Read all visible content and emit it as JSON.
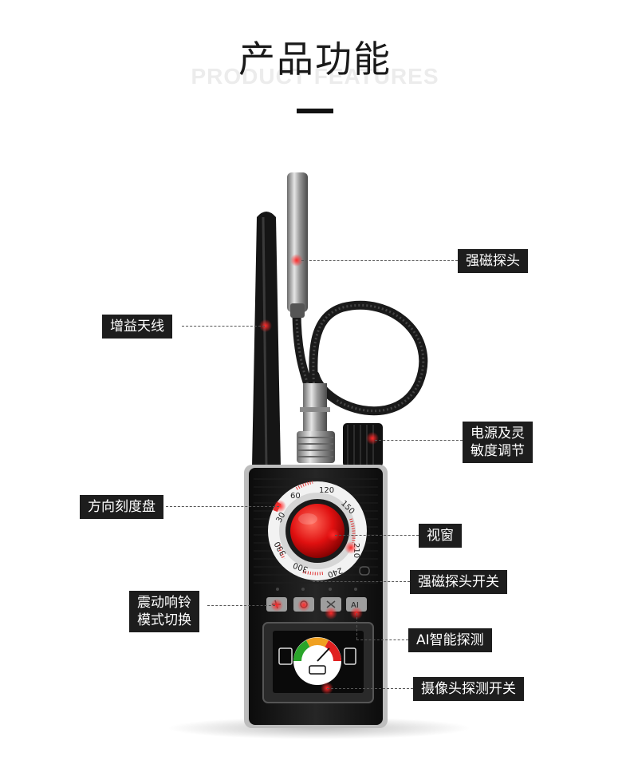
{
  "header": {
    "title": "产品功能",
    "subtitle": "PRODUCT FEATURES"
  },
  "dial": {
    "ticks": [
      "30",
      "60",
      "120",
      "150",
      "210",
      "240",
      "300",
      "330"
    ]
  },
  "labels": {
    "strong_magnetic_probe": "强磁探头",
    "gain_antenna": "增益天线",
    "power_sensitivity": "电源及灵\n敏度调节",
    "direction_dial": "方向刻度盘",
    "view_window": "视窗",
    "magnetic_probe_switch": "强磁探头开关",
    "vibration_ring_mode": "震动响铃\n模式切换",
    "ai_detection": "AI智能探测",
    "camera_detection_switch": "摄像头探测开关"
  },
  "buttons": {
    "ai_button": "AI"
  },
  "colors": {
    "label_bg": "#1d1d1d",
    "lens_red": "#e01010",
    "device_body": "#141414"
  }
}
